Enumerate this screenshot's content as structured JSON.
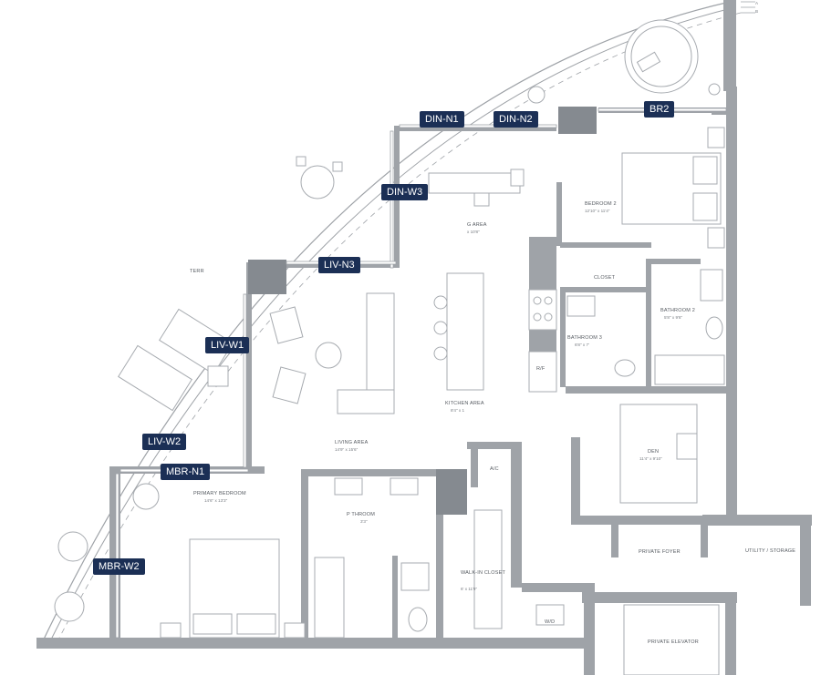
{
  "rooms": {
    "terrace": "TERR",
    "dining": "G AREA",
    "dining_size": "x 10'8\"",
    "bedroom2": "BEDROOM 2",
    "bedroom2_size": "12'10\" x 11'4\"",
    "closet": "CLOSET",
    "bathroom2": "BATHROOM 2",
    "bathroom2_size": "5'8\" x 9'6\"",
    "bathroom3": "BATHROOM 3",
    "bathroom3_size": "6'8\" x 7'",
    "fridge": "R/F",
    "kitchen": "KITCHEN AREA",
    "kitchen_size": "8'4\" x 1",
    "living": "LIVING AREA",
    "living_size": "14'9\" x 15'6\"",
    "den": "DEN",
    "den_size": "11'4\" x 9'10\"",
    "ac": "A/C",
    "primary_bedroom": "PRIMARY BEDROOM",
    "primary_bedroom_size": "14'6\" x 13'3\"",
    "primary_bathroom": "P      THROOM",
    "primary_bathroom_size": "     3'3\"",
    "walk_in_closet": "WALK-IN CLOSET",
    "walk_in_closet_size": "6' x 11'9\"",
    "private_foyer": "PRIVATE FOYER",
    "utility": "UTILITY / STORAGE",
    "wd": "W/D",
    "private_elevator": "PRIVATE ELEVATOR"
  },
  "markers": {
    "din_n1": "DIN-N1",
    "din_n2": "DIN-N2",
    "br2": "BR2",
    "din_w3": "DIN-W3",
    "liv_n3": "LIV-N3",
    "liv_w1": "LIV-W1",
    "liv_w2": "LIV-W2",
    "mbr_n1": "MBR-N1",
    "mbr_w2": "MBR-W2"
  },
  "colors": {
    "marker_bg": "#1b2f55",
    "marker_text": "#ffffff",
    "wall": "#9fa3a8",
    "column": "#858a90"
  }
}
